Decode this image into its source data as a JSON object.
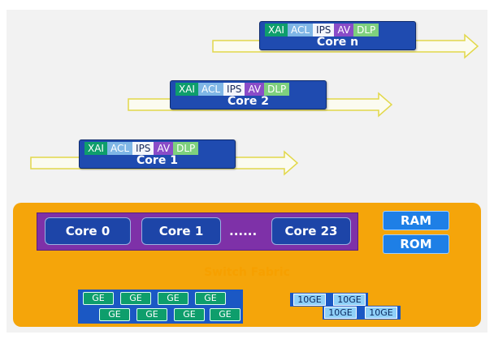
{
  "modules": [
    "XAI",
    "ACL",
    "IPS",
    "AV",
    "DLP"
  ],
  "stacked_cores": [
    "Core n",
    "Core 2",
    "Core 1"
  ],
  "fabric": {
    "cores": [
      "Core 0",
      "Core 1",
      "Core 23"
    ],
    "ellipsis": "......",
    "memory": [
      "RAM",
      "ROM"
    ],
    "switch_label": "Switch Fabric",
    "ge_ports": [
      "GE",
      "GE",
      "GE",
      "GE",
      "GE",
      "GE",
      "GE",
      "GE"
    ],
    "tenge_ports": [
      "10GE",
      "10GE",
      "10GE",
      "10GE"
    ]
  },
  "colors": {
    "core_blue": "#1f4bb0",
    "fabric_orange": "#f5a50a",
    "cores_purple": "#7e31a8",
    "switch_arrow": "#4fe3ee",
    "flow_arrow_outline": "#e2d84a"
  }
}
